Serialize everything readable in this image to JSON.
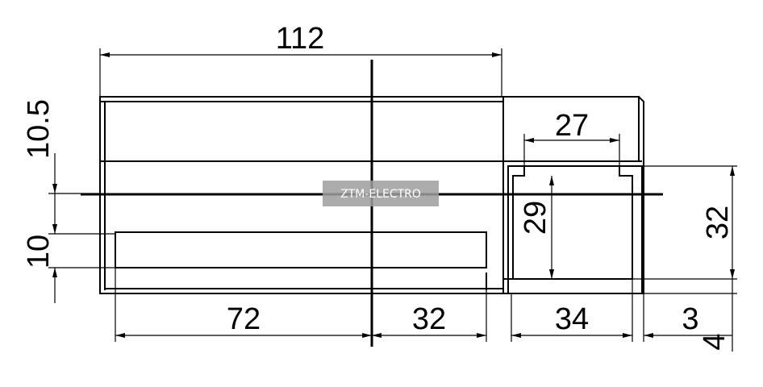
{
  "dimensions": {
    "overall_width": "112",
    "height_top": "10.5",
    "height_slot": "10",
    "slot_length": "72",
    "right_segment": "32",
    "side_block_width": "34",
    "side_gap": "3",
    "side_thickness": "4",
    "inner_width": "27",
    "inner_height": "29",
    "side_height": "32"
  },
  "watermark": {
    "text": "ZTM-ELECTRO"
  }
}
